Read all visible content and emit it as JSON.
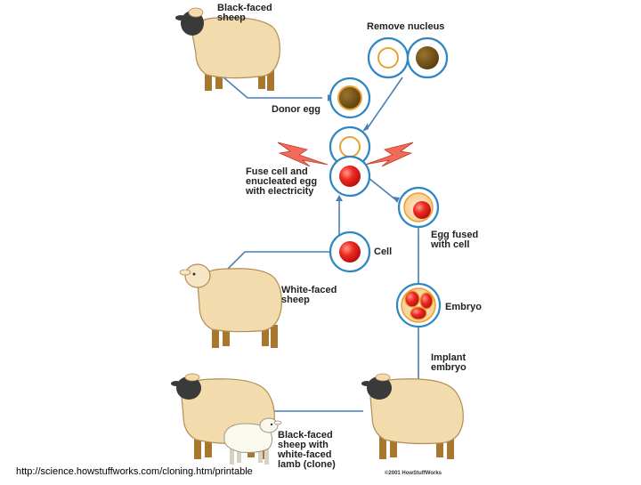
{
  "labels": {
    "black_faced_sheep": [
      "Black-faced",
      "sheep"
    ],
    "remove_nucleus": "Remove nucleus",
    "donor_egg": "Donor egg",
    "fuse": [
      "Fuse cell and",
      "enucleated egg",
      "with electricity"
    ],
    "egg_fused": [
      "Egg fused",
      "with cell"
    ],
    "cell": "Cell",
    "white_faced_sheep": [
      "White-faced",
      "sheep"
    ],
    "embryo": "Embryo",
    "implant": [
      "Implant",
      "embryo"
    ],
    "clone": [
      "Black-faced",
      "sheep with",
      "white-faced",
      "lamb (clone)"
    ]
  },
  "source_url": "http://science.howstuffworks.com/cloning.htm/printable",
  "copyright": "©2001 HowStuffWorks",
  "colors": {
    "line": "#4a7fb5",
    "cell_border": "#2f86c0",
    "wool": "#f2dcae",
    "wool_outline": "#b58c52",
    "black_face": "#3a3a3a",
    "legs": "#a8772e",
    "nucleus_brown": "#6b4a12",
    "nucleus_red": "#e82020",
    "spark": "#f26a5a"
  }
}
